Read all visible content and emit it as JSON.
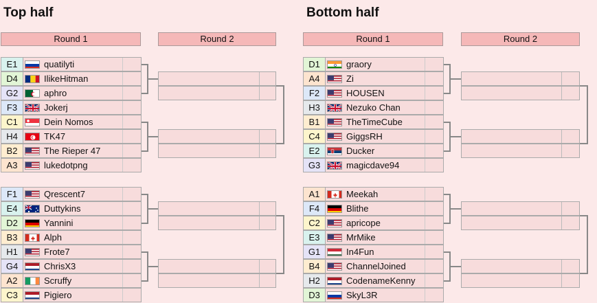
{
  "halves": [
    {
      "title": "Top half",
      "round1_label": "Round 1",
      "round2_label": "Round 2"
    },
    {
      "title": "Bottom half",
      "round1_label": "Round 1",
      "round2_label": "Round 2"
    }
  ],
  "colors": {
    "seed_A": "#fde4cf",
    "seed_B": "#ffedd0",
    "seed_C": "#fdf5cc",
    "seed_D": "#e2f5d6",
    "seed_E": "#d9f2ee",
    "seed_F": "#dde8f8",
    "seed_G": "#e5e3f7",
    "seed_H": "#e6e9ec"
  },
  "groups": [
    {
      "players": [
        {
          "seed": "E1",
          "flag": "russia",
          "name": "quatilyti"
        },
        {
          "seed": "D4",
          "flag": "romania",
          "name": "IlikeHitman"
        },
        {
          "seed": "G2",
          "flag": "algeria",
          "name": "aphro"
        },
        {
          "seed": "F3",
          "flag": "uk",
          "name": "Jokerj"
        },
        {
          "seed": "C1",
          "flag": "singapore",
          "name": "Dein Nomos"
        },
        {
          "seed": "H4",
          "flag": "tunisia",
          "name": "TK47"
        },
        {
          "seed": "B2",
          "flag": "usa",
          "name": "The Rieper 47"
        },
        {
          "seed": "A3",
          "flag": "usa",
          "name": "lukedotpng"
        }
      ]
    },
    {
      "players": [
        {
          "seed": "F1",
          "flag": "usa",
          "name": "Qrescent7"
        },
        {
          "seed": "E4",
          "flag": "australia",
          "name": "Duttykins"
        },
        {
          "seed": "D2",
          "flag": "germany",
          "name": "Yannini"
        },
        {
          "seed": "B3",
          "flag": "canada",
          "name": "Alph"
        },
        {
          "seed": "H1",
          "flag": "usa",
          "name": "Frote7"
        },
        {
          "seed": "G4",
          "flag": "netherlands",
          "name": "ChrisX3"
        },
        {
          "seed": "A2",
          "flag": "ireland",
          "name": "Scruffy"
        },
        {
          "seed": "C3",
          "flag": "netherlands",
          "name": "Pigiero"
        }
      ]
    },
    {
      "players": [
        {
          "seed": "D1",
          "flag": "india",
          "name": "graory"
        },
        {
          "seed": "A4",
          "flag": "usa",
          "name": "Zi"
        },
        {
          "seed": "F2",
          "flag": "usa",
          "name": "HOUSEN"
        },
        {
          "seed": "H3",
          "flag": "uk",
          "name": "Nezuko Chan"
        },
        {
          "seed": "B1",
          "flag": "usa",
          "name": "TheTimeCube"
        },
        {
          "seed": "C4",
          "flag": "usa",
          "name": "GiggsRH"
        },
        {
          "seed": "E2",
          "flag": "serbia",
          "name": "Ducker"
        },
        {
          "seed": "G3",
          "flag": "uk",
          "name": "magicdave94"
        }
      ]
    },
    {
      "players": [
        {
          "seed": "A1",
          "flag": "canada",
          "name": "Meekah"
        },
        {
          "seed": "F4",
          "flag": "germany",
          "name": "Blithe"
        },
        {
          "seed": "C2",
          "flag": "usa",
          "name": "apricope"
        },
        {
          "seed": "E3",
          "flag": "usa",
          "name": "MrMike"
        },
        {
          "seed": "G1",
          "flag": "hungary",
          "name": "In4Fun"
        },
        {
          "seed": "B4",
          "flag": "usa",
          "name": "ChannelJoined"
        },
        {
          "seed": "H2",
          "flag": "netherlands",
          "name": "CodenameKenny"
        },
        {
          "seed": "D3",
          "flag": "russia",
          "name": "SkyL3R"
        }
      ]
    }
  ]
}
